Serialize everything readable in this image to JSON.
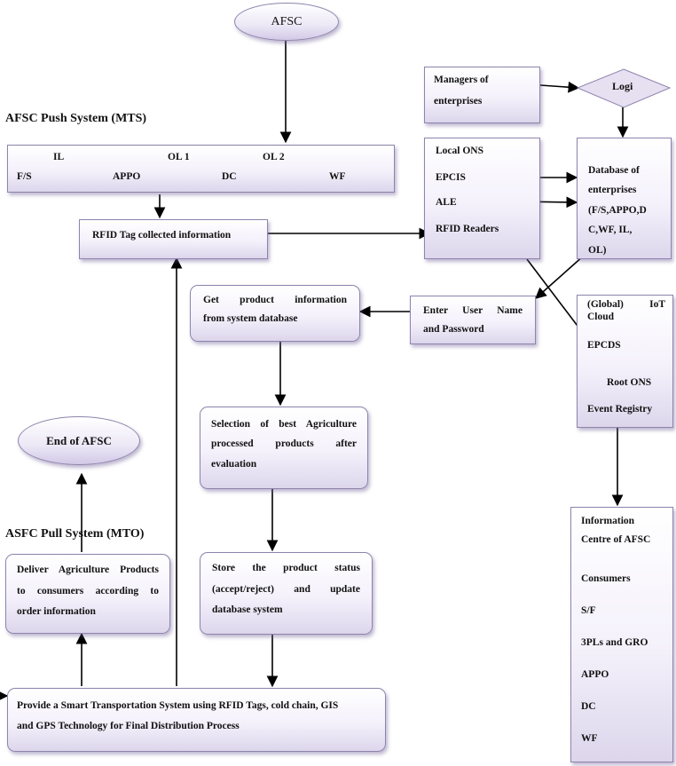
{
  "ovals": {
    "afsc": "AFSC",
    "end": "End of AFSC",
    "logi": "Logi"
  },
  "headings": {
    "push": "AFSC Push System (MTS)",
    "pull": "ASFC Pull System (MTO)"
  },
  "push_chain": {
    "labels_top": [
      "IL",
      "OL 1",
      "OL 2"
    ],
    "nodes": [
      "F/S",
      "APPO",
      "DC",
      "WF"
    ]
  },
  "rfid_collected": "RFID Tag collected information",
  "managers": [
    "Managers of",
    "enterprises"
  ],
  "ons_box": [
    "Local ONS",
    "EPCIS",
    "ALE",
    "RFID Readers"
  ],
  "database": [
    "Database of",
    "enterprises",
    "(F/S,APPO,D",
    "C,WF, IL,",
    "OL)"
  ],
  "login": [
    "Enter User Name",
    "and Password"
  ],
  "get_product": [
    "Get product information",
    "from system database"
  ],
  "iot_cloud": {
    "title": [
      "(Global) IoT",
      "Cloud"
    ],
    "items": [
      "EPCDS",
      "Root ONS",
      "Event Registry"
    ]
  },
  "selection": [
    "Selection of best Agriculture",
    "processed products after",
    "evaluation"
  ],
  "store": [
    "Store the product status",
    "(accept/reject) and update",
    "database system"
  ],
  "deliver": [
    "Deliver Agriculture Products",
    "to consumers according to",
    "order information"
  ],
  "transport": [
    "Provide a Smart Transportation System using RFID Tags, cold chain, GIS",
    "and GPS Technology for Final Distribution Process"
  ],
  "info_centre": {
    "title": [
      "Information",
      "Centre of AFSC"
    ],
    "items": [
      "Consumers",
      "S/F",
      "3PLs and GRO",
      "APPO",
      "DC",
      "WF"
    ]
  }
}
